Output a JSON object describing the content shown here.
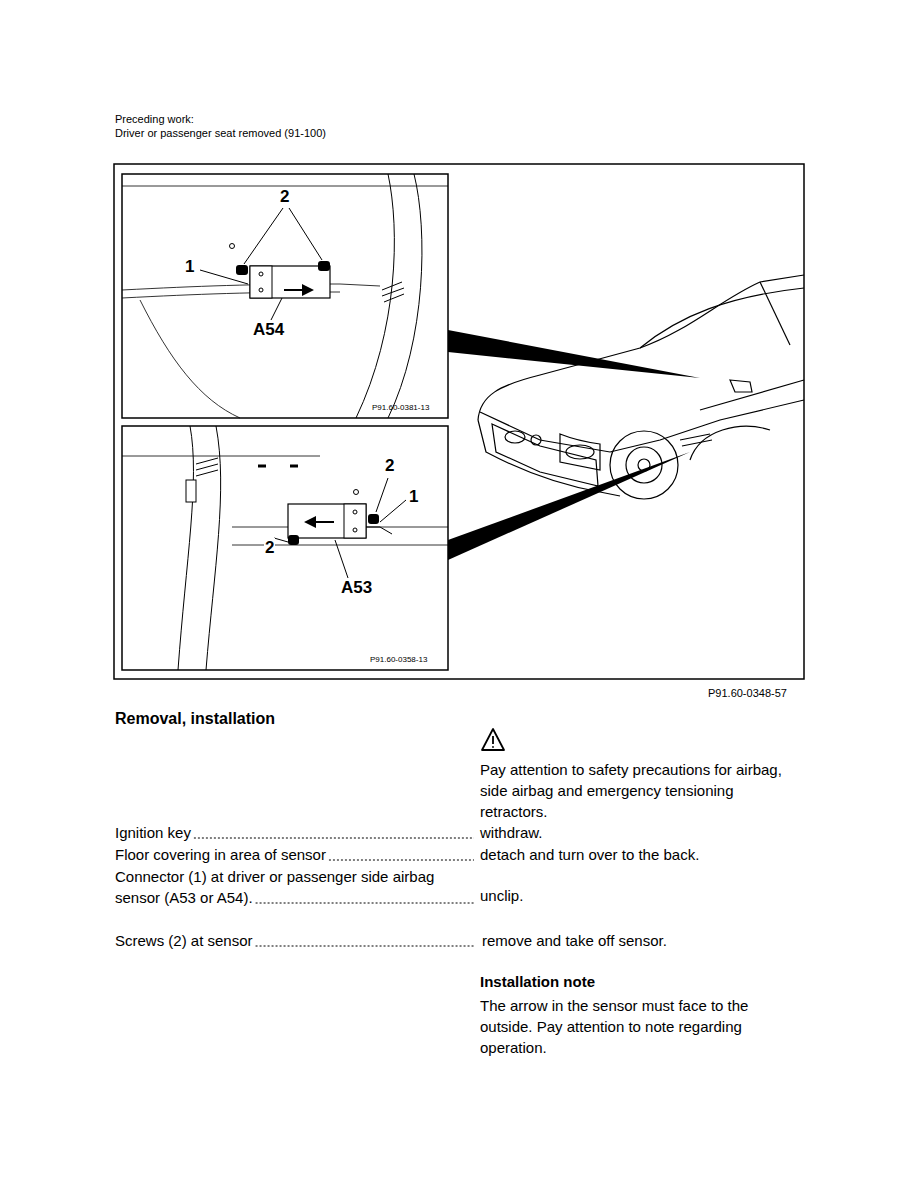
{
  "diagram": {
    "title": "Removal, installation",
    "labels": [
      "Preceding work:",
      "Driver or passenger seat removed (91-100)",
      "2",
      "1",
      "A54",
      "P91.60-0381-13",
      "2",
      "1",
      "2",
      "A53",
      "P91.60-0358-13",
      "P91.60-0348-57",
      "Pay attention to safety precautions for airbag, side airbag and emergency tensioning retractors.",
      "Ignition key",
      "withdraw.",
      "Floor covering in area of sensor",
      "detach and turn over to the back.",
      "Connector (1) at driver or passenger side airbag sensor (A53 or A54).",
      "unclip.",
      "Screws (2) at sensor",
      "remove and take off sensor.",
      "Installation note",
      "The arrow in the sensor must face to the outside. Pay attention to note regarding operation."
    ]
  }
}
